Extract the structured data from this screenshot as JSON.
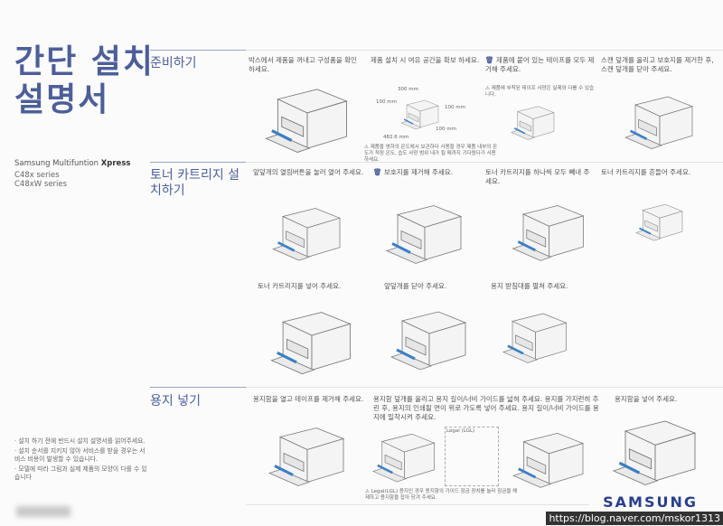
{
  "title_lines": [
    "간단 설치",
    "설명서"
  ],
  "brand": {
    "prefix": "Samsung Multifuntion ",
    "bold": "Xpress"
  },
  "series": [
    "C48x series",
    "C48xW series"
  ],
  "sections": [
    {
      "title": "준비하기",
      "steps": [
        "박스에서 제품을 꺼내고 구성품을 확인 하세요.",
        "제품 설치 시 여유 공간을 확보 하세요.",
        "제품에 붙어 있는 테이프를 모두 제거해 주세요.",
        "스캔 덮개를 올리고 보호지를 제거한 후, 스캔 덮개를 닫아 주세요."
      ],
      "dimensions": [
        "300 mm",
        "100 mm",
        "100 mm",
        "100 mm",
        "482.6 mm"
      ],
      "notes": [
        "제품에 부착된 테이프 사양은 실제와 다를 수 있습니다.",
        "제품을 영하의 온도에서 보관하다 사용할 경우 제품 내부의 온도가 적정 온도, 습도 사양 범위 내가 될 때까지 기다렸다가 사용하세요."
      ]
    },
    {
      "title": "토너 카트리지 설치하기",
      "steps": [
        "앞덮개의 열림버튼을 눌러 열어 주세요.",
        "보호지를 제거해 주세요.",
        "토너 카트리지를 하나씩 모두 빼내 주세요.",
        "토너 카트리지를 흔들어 주세요.",
        "토너 카트리지를 넣어 주세요.",
        "앞덮개를 닫아 주세요.",
        "용지 받침대를 펼쳐 주세요."
      ]
    },
    {
      "title": "용지 넣기",
      "steps": [
        "용지함을 열고 테이프를 제거해 주세요.",
        "용지함 덮개를 올리고 용지 길이/너비 가이드를 넓혀 주세요. 용지를 가지런히 추린 후, 용지의 인쇄될 면이 위로 가도록 넣어 주세요. 용지 길이/너비 가이드를 용지에 밀착시켜 주세요.",
        "용지함을 넣어 주세요."
      ],
      "legal_label": "Legal (LGL)",
      "notes": [
        "Legal(LGL) 용지인 경우 용지함의 가이드 잠금 장치를 눌러 잠금을 해제하고 용지함을 잡아 당겨 주세요."
      ]
    }
  ],
  "bullets": [
    "· 설치 하기 전에 반드시 설치 설명서를 읽어주세요.",
    "· 설치 순서를 지키지 않아 서비스를 받을 경우는 서비스 비용이 발생할 수 있습니다.",
    "· 모델에 따라 그림과 실제 제품의 모양이 다를 수 있습니다"
  ],
  "logo": "SAMSUNG",
  "watermark": "https://blog.naver.com/mskor1313",
  "colors": {
    "accent": "#4d5f99",
    "step_blue": "#3b7fc4"
  }
}
